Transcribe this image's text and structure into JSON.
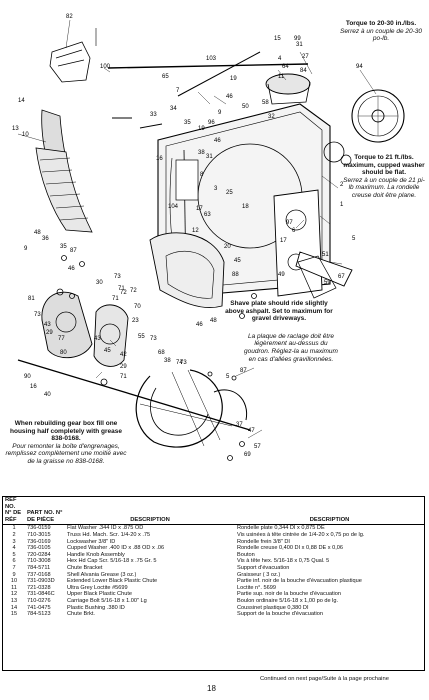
{
  "callouts": {
    "torque_top": {
      "en": "Torque to 20-30 in./lbs.",
      "fr": "Serrez à un couple de 20-30 po-lb."
    },
    "torque_right": {
      "en": "Torque to 21 ft./lbs. maximum, cupped washer should be flat.",
      "fr": "Serrez à un couple de 21 pi-lb maximum. La rondelle creuse doit être plane."
    },
    "shave_plate": {
      "en": "Shave plate should ride slightly above ashpalt. Set to maximum for gravel driveways.",
      "fr": "La plaque de raclage doit être légèrement au-dessus du goudron. Réglez-la au maximum en cas d'allées gravillonnées."
    },
    "gear_box": {
      "en": "When rebuilding gear box fill one housing half completely with grease 838-0168.",
      "fr": "Pour remonter la boîte d'engrenages, remplissez complètement une moitié avec de la graisse no 838-0168."
    }
  },
  "ref_labels": [
    "82",
    "94",
    "13",
    "100",
    "103",
    "7",
    "14",
    "10",
    "65",
    "46",
    "4",
    "64",
    "11",
    "19",
    "50",
    "58",
    "32",
    "27",
    "31",
    "99",
    "15",
    "84",
    "9",
    "96",
    "46",
    "2",
    "1",
    "34",
    "33",
    "35",
    "19",
    "38",
    "31",
    "8",
    "3",
    "104",
    "17",
    "63",
    "12",
    "16",
    "25",
    "18",
    "97",
    "6",
    "17",
    "20",
    "45",
    "51",
    "67",
    "5",
    "59",
    "88",
    "49",
    "9",
    "48",
    "36",
    "35",
    "87",
    "46",
    "30",
    "71",
    "72",
    "73",
    "71",
    "72",
    "70",
    "23",
    "55",
    "73",
    "68",
    "38",
    "42",
    "71",
    "73",
    "81",
    "73",
    "43",
    "29",
    "77",
    "80",
    "43",
    "45",
    "29",
    "74",
    "90",
    "16",
    "40",
    "87",
    "5",
    "37",
    "47",
    "57",
    "69",
    "48",
    "46"
  ],
  "table": {
    "headers": {
      "ref": "REF NO. N° DE RÉF",
      "part": "PART NO. N° DE PIÈCE",
      "desc_en": "DESCRIPTION",
      "desc_fr": "DESCRIPTION"
    },
    "rows": [
      {
        "ref": "1",
        "part": "736-0159",
        "en": "Flat Washer .344 ID x .875 OD",
        "fr": "Rondelle plate 0,344 DI x 0,875 DE"
      },
      {
        "ref": "2",
        "part": "710-3015",
        "en": "Truss Hd. Mach. Scr. 1/4-20 x .75",
        "fr": "Vis usinées à tête cintrée de 1/4-20 x 0,75 po de lg."
      },
      {
        "ref": "3",
        "part": "736-0169",
        "en": "Lockwasher 3/8\" ID",
        "fr": "Rondelle frein 3/8\" DI"
      },
      {
        "ref": "4",
        "part": "736-0105",
        "en": "Cupped Washer .400 ID x .88 OD x .06",
        "fr": "Rondelle creuse 0,400 DI x 0,88 DE x 0,06"
      },
      {
        "ref": "5",
        "part": "720-0284",
        "en": "Handle Knob Assembly",
        "fr": "Bouton"
      },
      {
        "ref": "6",
        "part": "710-3008",
        "en": "Hex Hd Cap Scr. 5/16-18 x .75 Gr. 5",
        "fr": "Vis à tête hex. 5/16-18 x 0,75 Qual. 5"
      },
      {
        "ref": "7",
        "part": "784-5711",
        "en": "Chute Bracket",
        "fr": "Support d'évacuation"
      },
      {
        "ref": "9",
        "part": "737-0168",
        "en": "Shell Alvania Grease (3 oz.)",
        "fr": "Graisseur ( 3 oz.)"
      },
      {
        "ref": "10",
        "part": "731-0903D",
        "en": "Extended Lower Black Plastic Chute",
        "fr": "Partie inf. noir de la bouche d'évacuation plastique"
      },
      {
        "ref": "11",
        "part": "721-0328",
        "en": "Ultra Grey Loctite #5699",
        "fr": "Loctite n°. 5699"
      },
      {
        "ref": "12",
        "part": "731-0846C",
        "en": "Upper Black Plastic Chute",
        "fr": "Partie sup. noir de la bouche d'évacuation"
      },
      {
        "ref": "13",
        "part": "710-0276",
        "en": "Carriage Bolt 5/16-18 x 1.00\" Lg",
        "fr": "Boulon ordinaire 5/16-18 x 1,00 po de lg."
      },
      {
        "ref": "14",
        "part": "741-0475",
        "en": "Plastic Bushing .380 ID",
        "fr": "Coussinet plastique 0,380 DI"
      },
      {
        "ref": "15",
        "part": "784-5123",
        "en": "Chute Brkt.",
        "fr": "Support de la bouche d'évacuation"
      }
    ]
  },
  "footer": {
    "page_number": "18",
    "continued": "Continued on next page/Suite à la page prochaine"
  }
}
